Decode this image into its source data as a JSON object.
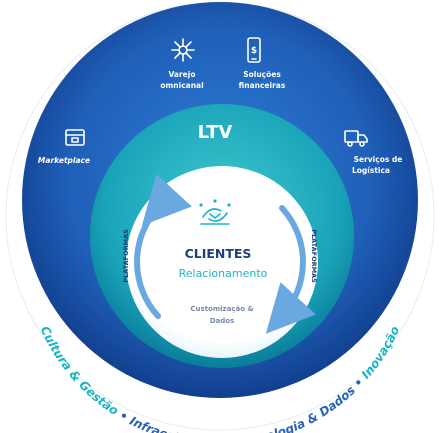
{
  "outer_ring": {
    "items": [
      {
        "line1": "Varejo",
        "line2": "omnicanal",
        "icon": "network-icon"
      },
      {
        "line1": "Soluções",
        "line2": "financeiras",
        "icon": "mobile-payment-icon"
      },
      {
        "line1": "Marketplace",
        "line2": "",
        "icon": "storefront-icon"
      },
      {
        "line1": "Serviços de",
        "line2": "Logística",
        "icon": "delivery-truck-icon"
      }
    ]
  },
  "middle_ring": {
    "label": "LTV"
  },
  "core": {
    "title": "CLIENTES",
    "subtitle": "Relacionamento",
    "detail_line1": "Customização &",
    "detail_line2": "Dados",
    "left_vertical": "PLATAFORMAS",
    "right_vertical": "PLATAFORMAS",
    "icon": "handshake-cycle-icon"
  },
  "foundation_arc": {
    "segments": [
      "Cultura & Gestão",
      "Infraestrutura",
      "Tecnologia & Dados",
      "Inovação"
    ],
    "separator": "•"
  },
  "colors": {
    "outer_blue_light": "#2e74c9",
    "outer_blue_dark": "#123f8e",
    "teal_light": "#3fc7cf",
    "teal_dark": "#0a7d9a",
    "core_white": "#ffffff",
    "title_navy": "#1d3f7a",
    "subtitle_teal": "#1fb3c4",
    "detail_gray": "#7a8aa8",
    "arrow_blue": "#6aa8e2",
    "foundation_text": "#2a63b5",
    "foundation_accent": "#1ab5c5"
  }
}
